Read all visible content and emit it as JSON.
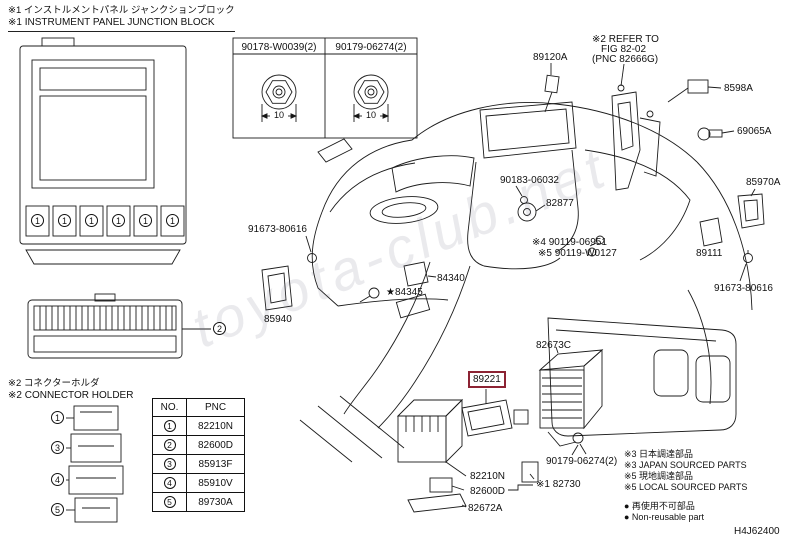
{
  "header": {
    "title_jp": "※1 インストルメントパネル ジャンクションブロック",
    "title_en": "※1 INSTRUMENT PANEL JUNCTION BLOCK"
  },
  "connector_holder": {
    "label_jp": "※2 コネクターホルダ",
    "label_en": "※2 CONNECTOR HOLDER"
  },
  "fasteners": {
    "left_part": "90178-W0039(2)",
    "left_dim": "10",
    "right_part": "90179-06274(2)",
    "right_dim": "10"
  },
  "markers": {
    "m1": "1",
    "m2": "2",
    "m3": "3",
    "m4": "4",
    "m5": "5"
  },
  "table": {
    "col_no": "NO.",
    "col_pnc": "PNC",
    "rows": [
      {
        "no": "1",
        "pnc": "82210N"
      },
      {
        "no": "2",
        "pnc": "82600D"
      },
      {
        "no": "3",
        "pnc": "85913F"
      },
      {
        "no": "4",
        "pnc": "85910V"
      },
      {
        "no": "5",
        "pnc": "89730A"
      }
    ]
  },
  "callouts": {
    "p89120a": "89120A",
    "refer_l1": "※2 REFER TO",
    "refer_l2": "FIG 82-02",
    "refer_l3": "(PNC 82666G)",
    "p8598a": "8598A",
    "p69065a": "69065A",
    "p85970a": "85970A",
    "p90183": "90183-06032",
    "p82877": "82877",
    "p90119a": "※4 90119-06951",
    "p90119b": "※5 90119-W0127",
    "p89111": "89111",
    "p91673_left": "91673-80616",
    "p91673_right": "91673-80616",
    "p84340": "84340",
    "p84345": "★84345",
    "p85940": "85940",
    "p82673c": "82673C",
    "p89221": "89221",
    "p90179": "90179-06274(2)",
    "p82210n": "82210N",
    "p82600d": "82600D",
    "p82730": "※1 82730",
    "p82672a": "82672A"
  },
  "legend": {
    "jp_japan": "※3 日本調達部品",
    "en_japan": "※3 JAPAN SOURCED PARTS",
    "jp_local": "※5 現地調達部品",
    "en_local": "※5 LOCAL SOURCED PARTS",
    "jp_nonreuse": "● 再使用不可部品",
    "en_nonreuse": "● Non-reusable part"
  },
  "doc_code": "H4J62400",
  "watermark": "toyota-club.net",
  "highlight_color": "#8c2333"
}
